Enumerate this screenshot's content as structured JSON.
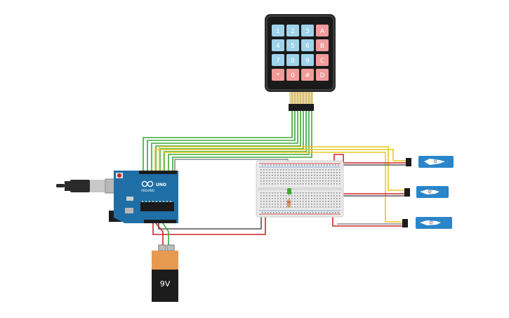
{
  "keypad": {
    "keys": [
      {
        "label": "1",
        "kind": "digit"
      },
      {
        "label": "2",
        "kind": "digit"
      },
      {
        "label": "3",
        "kind": "digit"
      },
      {
        "label": "A",
        "kind": "letter"
      },
      {
        "label": "4",
        "kind": "digit"
      },
      {
        "label": "5",
        "kind": "digit"
      },
      {
        "label": "6",
        "kind": "digit"
      },
      {
        "label": "B",
        "kind": "letter"
      },
      {
        "label": "7",
        "kind": "digit"
      },
      {
        "label": "8",
        "kind": "digit"
      },
      {
        "label": "9",
        "kind": "digit"
      },
      {
        "label": "C",
        "kind": "letter"
      },
      {
        "label": "*",
        "kind": "symbol"
      },
      {
        "label": "0",
        "kind": "symbol"
      },
      {
        "label": "#",
        "kind": "symbol"
      },
      {
        "label": "D",
        "kind": "letter"
      }
    ]
  },
  "arduino": {
    "model": "UNO",
    "logo_text": "ARDUINO"
  },
  "battery": {
    "label": "9V"
  },
  "colors": {
    "wire_green": "#3aa935",
    "wire_yellow": "#e8c81e",
    "wire_red": "#d1232a",
    "wire_dark": "#333333",
    "board_blue": "#1f6fa6",
    "key_blue": "#9fd3ea",
    "key_red": "#f29b9b",
    "servo_blue": "#2a86c9",
    "battery_orange": "#e59a4f",
    "breadboard": "#e9e9e9"
  }
}
